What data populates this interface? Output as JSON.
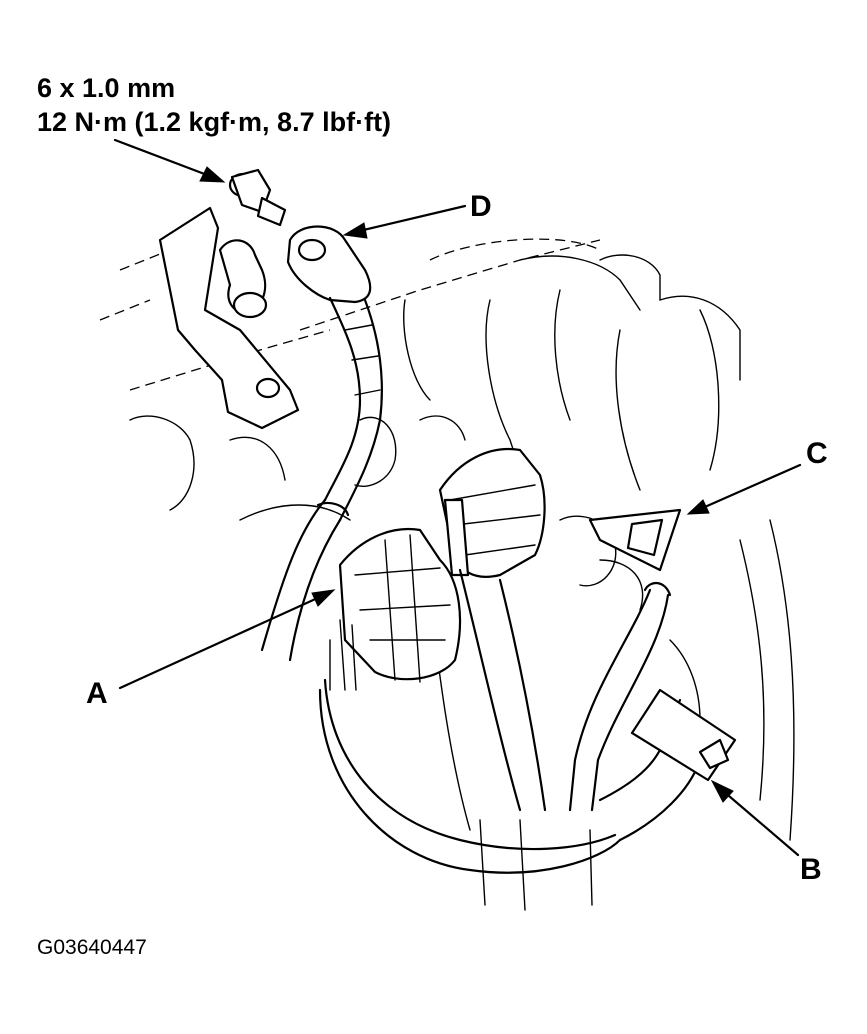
{
  "spec": {
    "line1": "6 x 1.0 mm",
    "line2": "12 N·m (1.2 kgf·m, 8.7 lbf·ft)"
  },
  "callouts": {
    "a": "A",
    "b": "B",
    "c": "C",
    "d": "D"
  },
  "figure_id": "G03640447"
}
